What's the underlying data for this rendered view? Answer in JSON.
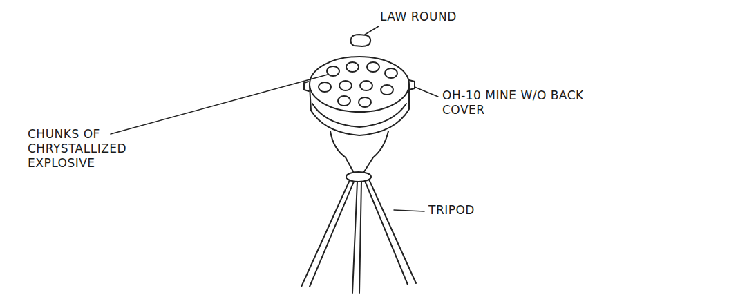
{
  "diagram": {
    "labels": [
      "LAW ROUND",
      "OH-10 MINE W/O BACK COVER",
      "CHUNKS OF CHRYSTALLIZED EXPLOSIVE",
      "TRIPOD"
    ]
  }
}
